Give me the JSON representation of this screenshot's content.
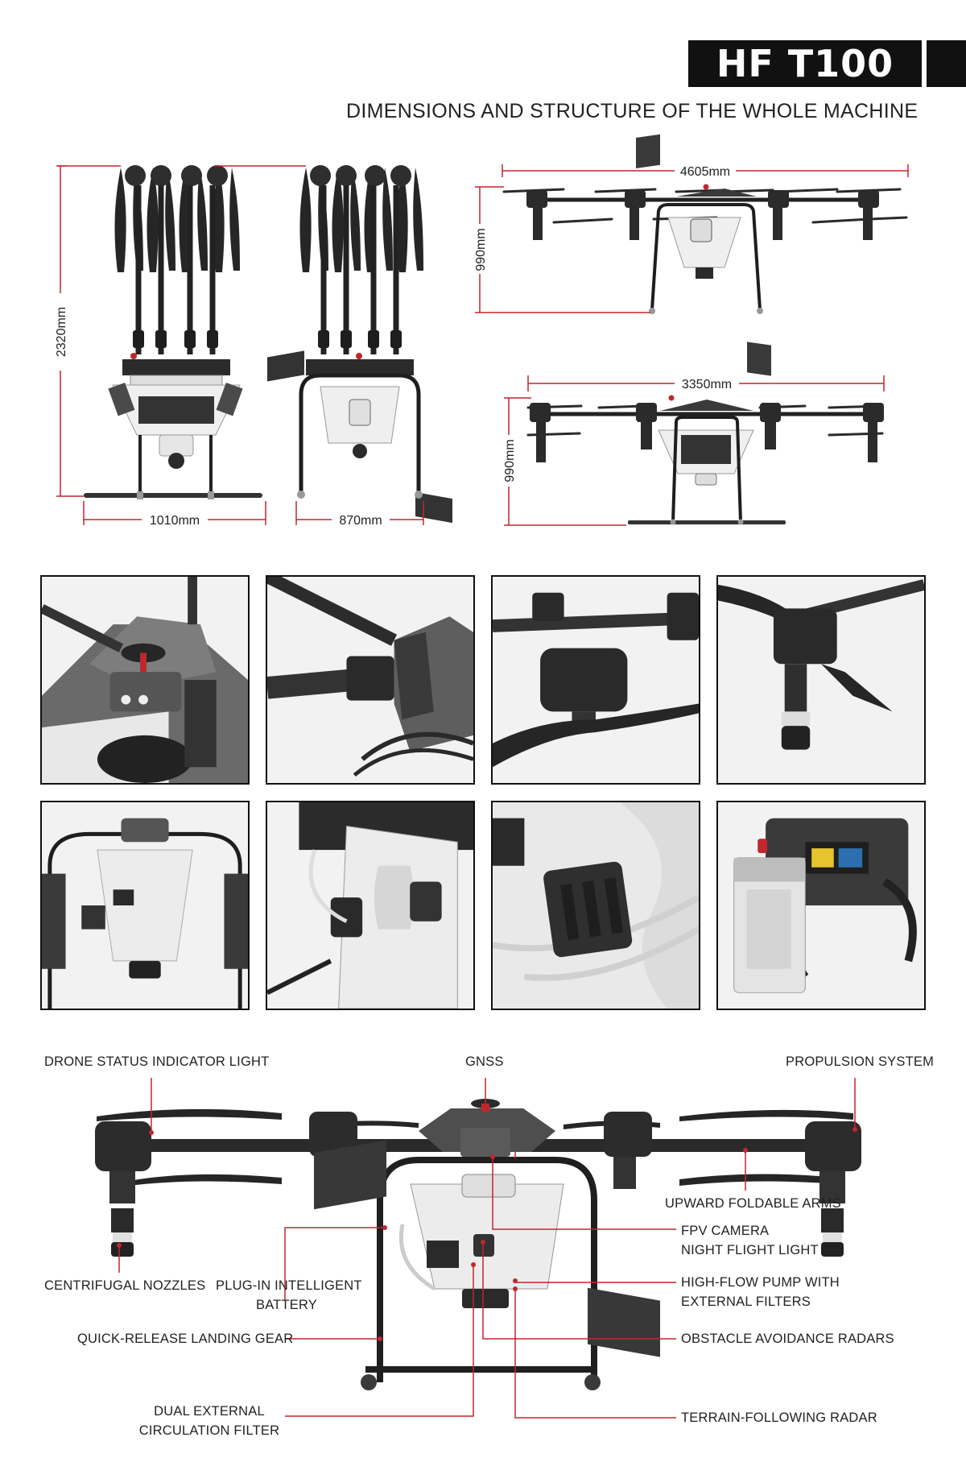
{
  "header": {
    "model": "HF T100",
    "subtitle": "DIMENSIONS AND STRUCTURE OF THE WHOLE MACHINE"
  },
  "dimensions": {
    "folded_height": "2320mm",
    "folded_width_front": "1010mm",
    "folded_width_side": "870mm",
    "span_unfolded_props": "4605mm",
    "height_unfolded_props": "990mm",
    "span_arms": "3350mm",
    "height_arms": "990mm"
  },
  "detail_views": [
    "gnss-antenna-detail",
    "arm-connector-detail",
    "motor-mount-detail",
    "centrifugal-nozzle-detail",
    "tank-front-detail",
    "pump-side-detail",
    "filter-detail",
    "battery-charger-detail"
  ],
  "callouts": {
    "status_light": "DRONE STATUS INDICATOR LIGHT",
    "gnss": "GNSS",
    "propulsion": "PROPULSION SYSTEM",
    "foldable_arms": "UPWARD FOLDABLE ARMS",
    "fpv_camera": "FPV CAMERA",
    "night_light": "NIGHT FLIGHT LIGHT",
    "nozzles": "CENTRIFUGAL NOZZLES",
    "battery_line1": "PLUG-IN INTELLIGENT",
    "battery_line2": "BATTERY",
    "pump_line1": "HIGH-FLOW PUMP WITH",
    "pump_line2": "EXTERNAL FILTERS",
    "landing_gear": "QUICK-RELEASE LANDING GEAR",
    "obstacle_radars": "OBSTACLE AVOIDANCE RADARS",
    "filter_line1": "DUAL EXTERNAL",
    "filter_line2": "CIRCULATION FILTER",
    "terrain_radar": "TERRAIN-FOLLOWING RADAR"
  },
  "colors": {
    "dimension_line": "#c0272d",
    "badge": "#111111"
  }
}
